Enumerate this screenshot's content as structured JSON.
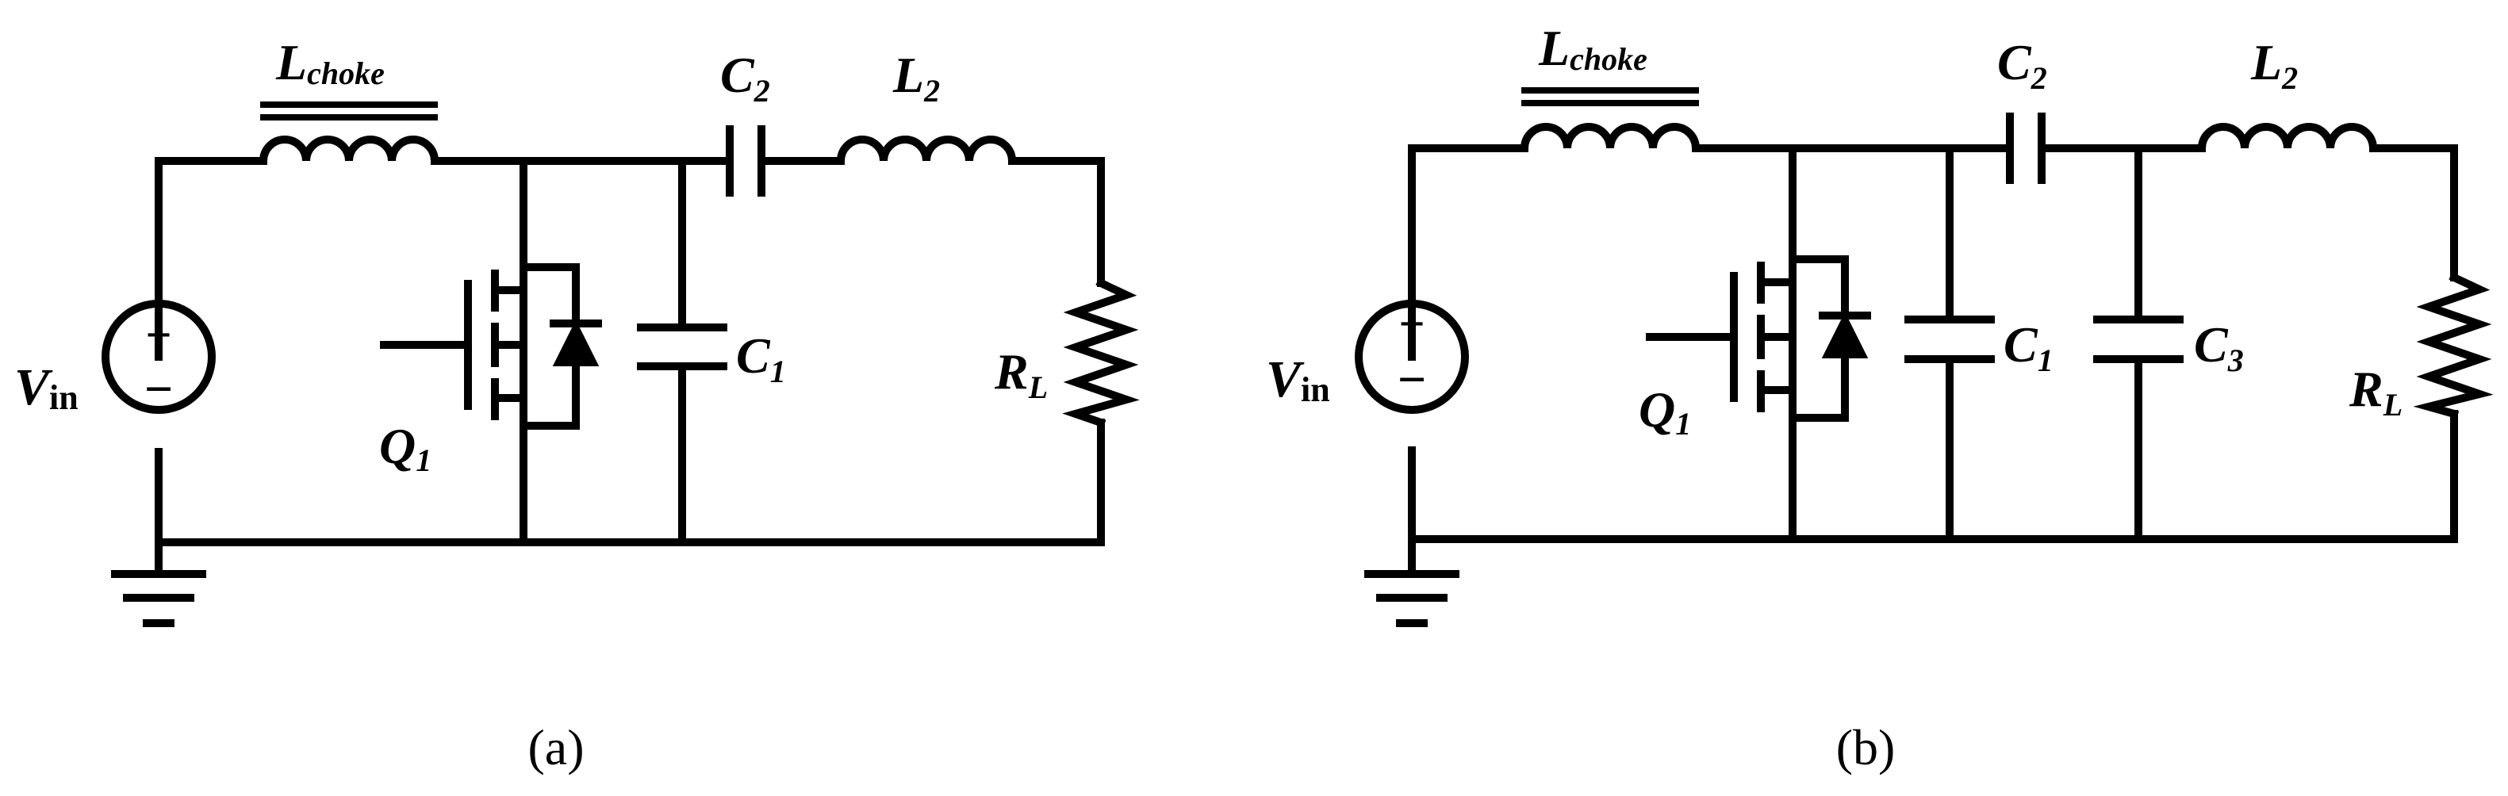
{
  "circuits": [
    {
      "caption": "(a)",
      "labels": {
        "vin": {
          "main": "V",
          "sub": "in"
        },
        "lchoke": {
          "main": "L",
          "sub": "choke"
        },
        "c2": {
          "main": "C",
          "sub": "2"
        },
        "l2": {
          "main": "L",
          "sub": "2"
        },
        "q1": {
          "main": "Q",
          "sub": "1"
        },
        "c1": {
          "main": "C",
          "sub": "1"
        },
        "rl": {
          "main": "R",
          "sub": "L"
        }
      }
    },
    {
      "caption": "(b)",
      "labels": {
        "vin": {
          "main": "V",
          "sub": "in"
        },
        "lchoke": {
          "main": "L",
          "sub": "choke"
        },
        "c2": {
          "main": "C",
          "sub": "2"
        },
        "l2": {
          "main": "L",
          "sub": "2"
        },
        "q1": {
          "main": "Q",
          "sub": "1"
        },
        "c1": {
          "main": "C",
          "sub": "1"
        },
        "c3": {
          "main": "C",
          "sub": "3"
        },
        "rl": {
          "main": "R",
          "sub": "L"
        }
      }
    }
  ],
  "source_polarity": {
    "plus": "+",
    "minus": "−"
  }
}
